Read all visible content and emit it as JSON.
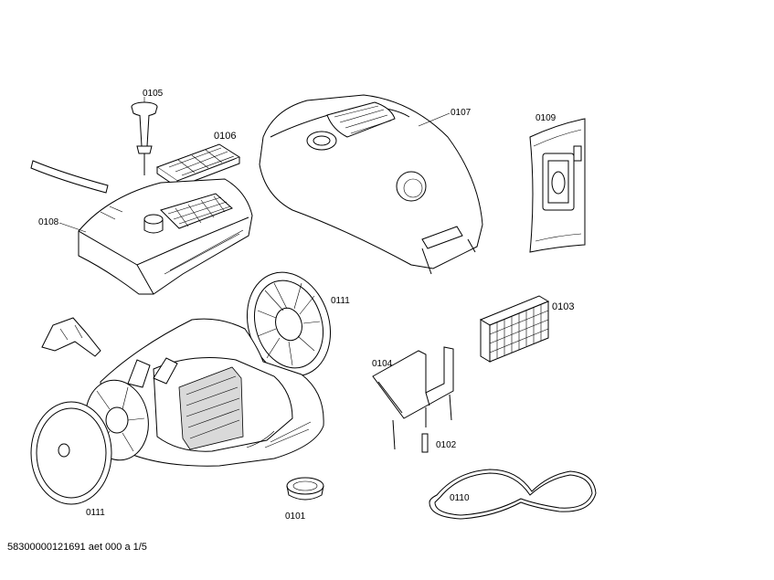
{
  "parts": {
    "p0105": "0105",
    "p0106": "0106",
    "p0107": "0107",
    "p0109": "0109",
    "p0108": "0108",
    "p0111_top": "0111",
    "p0103": "0103",
    "p0104": "0104",
    "p0102": "0102",
    "p0110": "0110",
    "p0111_bottom": "0111",
    "p0101": "0101"
  },
  "footer": "58300000121691 aet 000 a 1/5"
}
